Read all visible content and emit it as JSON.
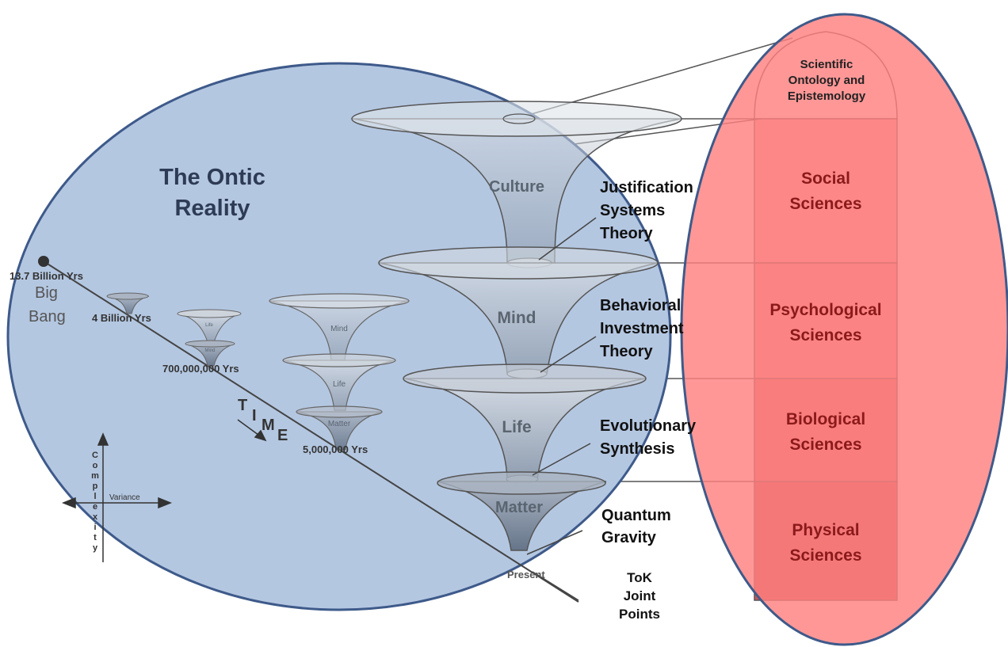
{
  "left_region": {
    "title_line1": "The Ontic",
    "title_line2": "Reality",
    "big_bang_age": "13.7 Billion Yrs",
    "big_bang_line1": "Big",
    "big_bang_line2": "Bang",
    "time_4b": "4 Billion Yrs",
    "time_700m": "700,000,000 Yrs",
    "time_5m": "5,000,000 Yrs",
    "time_letters": [
      "T",
      "I",
      "M",
      "E"
    ],
    "small_cone_life": "Life",
    "small_cone_mind": "Mind",
    "mid_cone_mind": "Mind",
    "mid_cone_life": "Life",
    "mid_cone_matter": "Matter",
    "axis_variance": "Variance",
    "axis_complexity_letters": [
      "C",
      "o",
      "m",
      "p",
      "l",
      "e",
      "x",
      "i",
      "t",
      "y"
    ],
    "present": "Present"
  },
  "cones": {
    "culture": "Culture",
    "mind": "Mind",
    "life": "Life",
    "matter": "Matter"
  },
  "joint_points": {
    "justification": [
      "Justification",
      "Systems",
      "Theory"
    ],
    "behavioral": [
      "Behavioral",
      "Investment",
      "Theory"
    ],
    "evolutionary": [
      "Evolutionary",
      "Synthesis"
    ],
    "quantum": [
      "Quantum",
      "Gravity"
    ],
    "tok": [
      "ToK",
      "Joint",
      "Points"
    ]
  },
  "sciences": {
    "ontology": [
      "Scientific",
      "Ontology and",
      "Epistemology"
    ],
    "social": [
      "Social",
      "Sciences"
    ],
    "psychological": [
      "Psychological",
      "Sciences"
    ],
    "biological": [
      "Biological",
      "Sciences"
    ],
    "physical": [
      "Physical",
      "Sciences"
    ]
  },
  "colors": {
    "blue_oval_fill": "#b4c7e1",
    "oval_border": "#3e5a8a",
    "red_oval_fill": "#ff8080",
    "ontology_fill": "#ffffff",
    "social_fill": "#f08080",
    "psychological_fill": "#e57072",
    "biological_fill": "#d4595c",
    "physical_fill": "#c24a4c",
    "science_text": "#8b1a1a",
    "cone_text": "#5a6570",
    "cone_fill_light": "#cfd6de",
    "cone_fill_dark": "#8796a8"
  }
}
